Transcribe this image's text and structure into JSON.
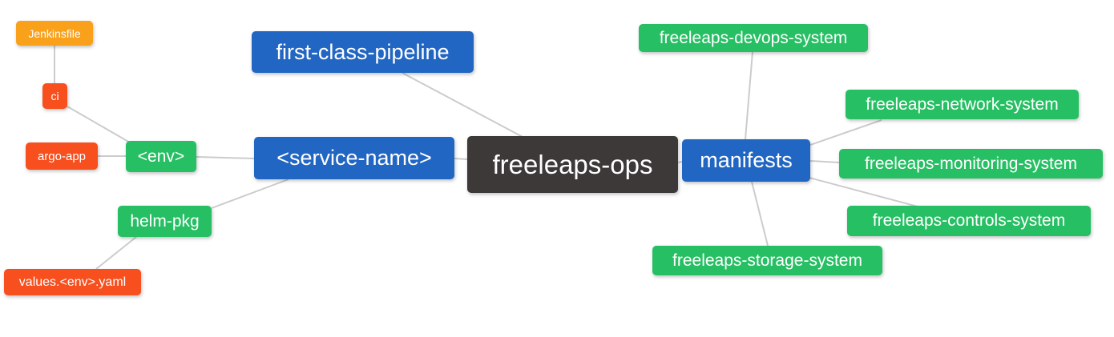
{
  "diagram": {
    "type": "mindmap",
    "title": "freeleaps-ops repository structure",
    "root_label": "freeleaps-ops"
  },
  "colors": {
    "root_bg": "#3c3938",
    "branch_bg": "#2166c2",
    "leaf_green_bg": "#26bf63",
    "leaf_red_bg": "#f74f1e",
    "leaf_orange_bg": "#f9a11b",
    "edge": "#cccccc",
    "node_text": "#ffffff",
    "canvas_bg": "#ffffff"
  },
  "nodes": [
    {
      "id": "jenkinsfile",
      "label": "Jenkinsfile",
      "color": "orange"
    },
    {
      "id": "ci",
      "label": "ci",
      "color": "red"
    },
    {
      "id": "argo-app",
      "label": "argo-app",
      "color": "red"
    },
    {
      "id": "env",
      "label": "<env>",
      "color": "green"
    },
    {
      "id": "helm-pkg",
      "label": "helm-pkg",
      "color": "green"
    },
    {
      "id": "values-env-yaml",
      "label": "values.<env>.yaml",
      "color": "red"
    },
    {
      "id": "first-class-pipeline",
      "label": "first-class-pipeline",
      "color": "blue"
    },
    {
      "id": "service-name",
      "label": "<service-name>",
      "color": "blue"
    },
    {
      "id": "freeleaps-ops",
      "label": "freeleaps-ops",
      "color": "dark"
    },
    {
      "id": "manifests",
      "label": "manifests",
      "color": "blue"
    },
    {
      "id": "freeleaps-devops-system",
      "label": "freeleaps-devops-system",
      "color": "green"
    },
    {
      "id": "freeleaps-network-system",
      "label": "freeleaps-network-system",
      "color": "green"
    },
    {
      "id": "freeleaps-monitoring-system",
      "label": "freeleaps-monitoring-system",
      "color": "green"
    },
    {
      "id": "freeleaps-controls-system",
      "label": "freeleaps-controls-system",
      "color": "green"
    },
    {
      "id": "freeleaps-storage-system",
      "label": "freeleaps-storage-system",
      "color": "green"
    }
  ],
  "edges": [
    {
      "from": "Jenkinsfile",
      "to": "ci"
    },
    {
      "from": "ci",
      "to": "<env>"
    },
    {
      "from": "argo-app",
      "to": "<env>"
    },
    {
      "from": "<env>",
      "to": "<service-name>"
    },
    {
      "from": "helm-pkg",
      "to": "<service-name>"
    },
    {
      "from": "values.<env>.yaml",
      "to": "helm-pkg"
    },
    {
      "from": "first-class-pipeline",
      "to": "freeleaps-ops"
    },
    {
      "from": "<service-name>",
      "to": "freeleaps-ops"
    },
    {
      "from": "freeleaps-ops",
      "to": "manifests"
    },
    {
      "from": "manifests",
      "to": "freeleaps-devops-system"
    },
    {
      "from": "manifests",
      "to": "freeleaps-network-system"
    },
    {
      "from": "manifests",
      "to": "freeleaps-monitoring-system"
    },
    {
      "from": "manifests",
      "to": "freeleaps-controls-system"
    },
    {
      "from": "manifests",
      "to": "freeleaps-storage-system"
    }
  ]
}
